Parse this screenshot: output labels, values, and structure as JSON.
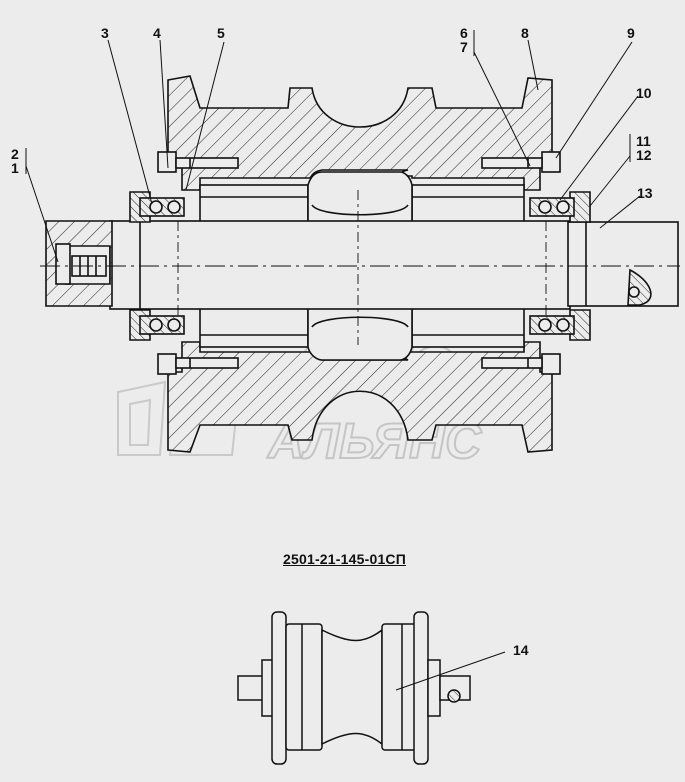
{
  "drawing_code": "2501-21-145-01СП",
  "callouts": [
    "1",
    "2",
    "3",
    "4",
    "5",
    "6",
    "7",
    "8",
    "9",
    "10",
    "11",
    "12",
    "13",
    "14"
  ],
  "watermark": {
    "line1": "АВТО",
    "line2": "АЛЬЯНС"
  },
  "colors": {
    "background": "#ececec",
    "line": "#111111",
    "watermark": "#cfcfcf"
  }
}
